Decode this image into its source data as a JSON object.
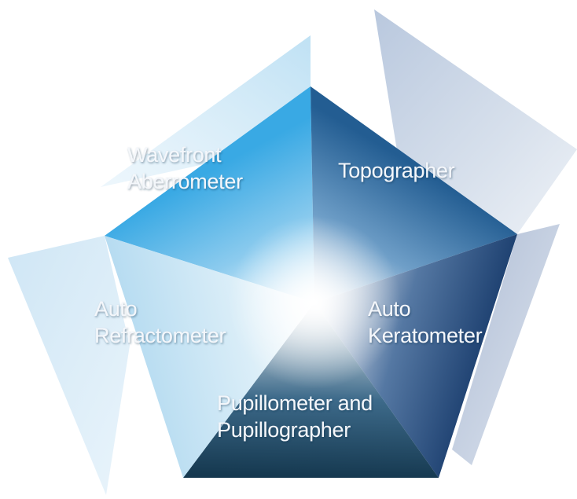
{
  "diagram": {
    "segments": [
      {
        "id": "wavefront",
        "lines": [
          "Wavefront",
          "Aberrometer"
        ]
      },
      {
        "id": "topographer",
        "lines": [
          "Topographer"
        ]
      },
      {
        "id": "keratometer",
        "lines": [
          "Auto",
          "Keratometer"
        ]
      },
      {
        "id": "pupillometer",
        "lines": [
          "Pupillometer and",
          "Pupillographer"
        ]
      },
      {
        "id": "refractometer",
        "lines": [
          "Auto",
          "Refractometer"
        ]
      }
    ],
    "colors": {
      "wavefront": "#39a9e4",
      "topographer": "#235d92",
      "keratometer": "#1c3f6f",
      "pupillometer": "#15384f",
      "refractometer": "#b7dcf1",
      "center": "#ffffff",
      "shard_light": "#d4e7f5",
      "shard_grey": "#c4d0e2"
    }
  }
}
